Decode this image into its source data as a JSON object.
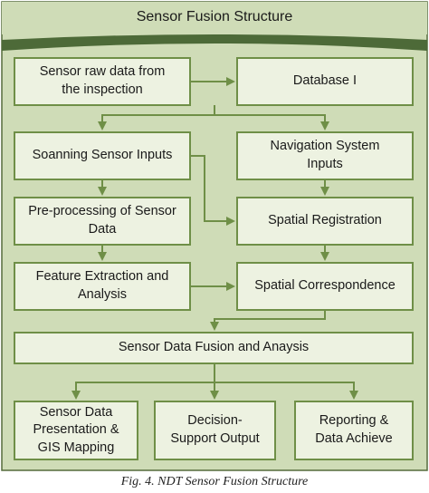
{
  "title": "Sensor Fusion Structure",
  "caption": "Fig. 4. NDT Sensor Fusion Structure",
  "colors": {
    "background": "#cfdcb7",
    "box_fill": "#edf2e1",
    "box_border": "#6f8f47",
    "arrow": "#6f8f47",
    "header_band": "#4d6a38"
  },
  "boxes": {
    "raw_data": "Sensor raw data from\nthe inspection",
    "database": "Database I",
    "scanning": "Soanning Sensor Inputs",
    "navigation": "Navigation System\nInputs",
    "preprocessing": "Pre-processing of Sensor\nData",
    "registration": "Spatial Registration",
    "feature": "Feature Extraction and\nAnalysis",
    "correspondence": "Spatial Correspondence",
    "fusion": "Sensor Data Fusion and Anaysis",
    "presentation": "Sensor Data\nPresentation &\nGIS Mapping",
    "decision": "Decision-\nSupport Output",
    "reporting": "Reporting &\nData Achieve"
  }
}
